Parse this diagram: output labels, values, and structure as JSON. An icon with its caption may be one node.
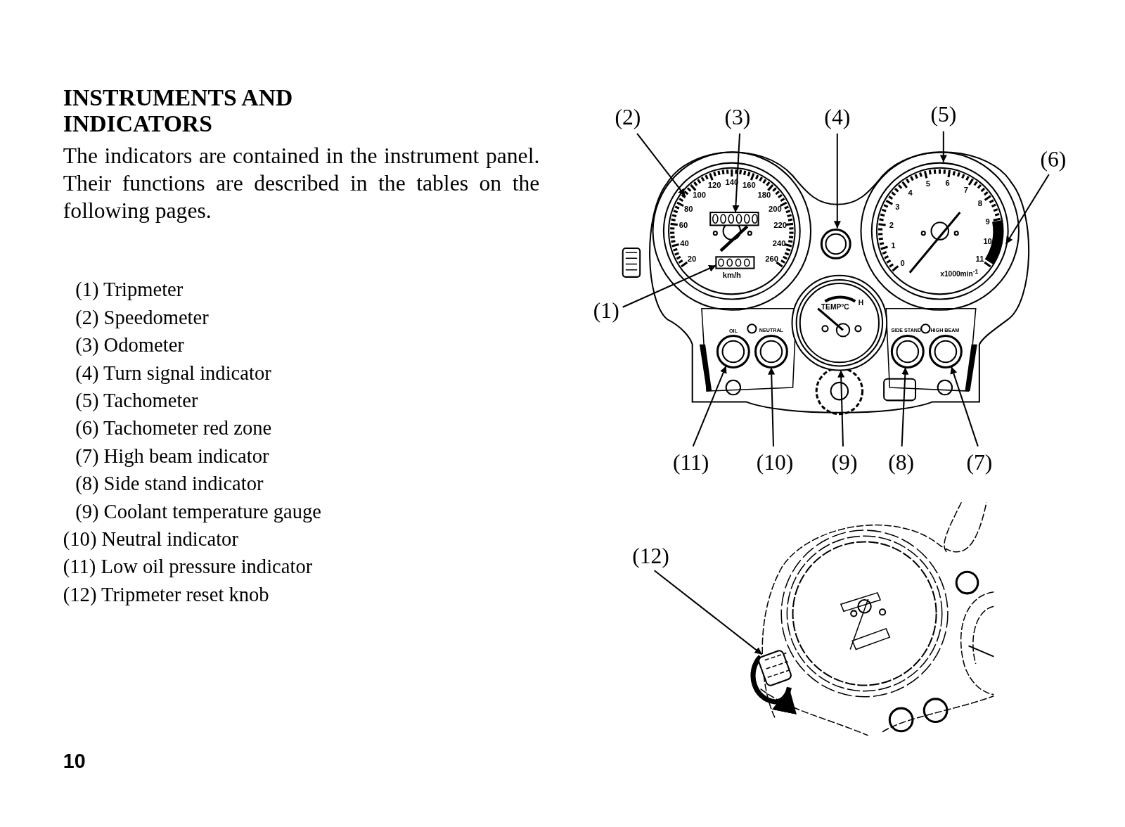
{
  "diagram": {
    "title": "INSTRUMENTS AND INDICATORS",
    "nodes": [
      {
        "text": [
          "(2)"
        ]
      },
      {
        "text": [
          "(3)"
        ]
      },
      {
        "text": [
          "(4)"
        ]
      },
      {
        "text": [
          "(5)"
        ]
      },
      {
        "text": [
          "(6)"
        ]
      },
      {
        "text": [
          "(1)"
        ]
      },
      {
        "text": [
          "(11)"
        ]
      },
      {
        "text": [
          "(10)"
        ]
      },
      {
        "text": [
          "(9)"
        ]
      },
      {
        "text": [
          "(8)"
        ]
      },
      {
        "text": [
          "(7)"
        ]
      },
      {
        "text": [
          "(12)"
        ]
      },
      {
        "text": [],
        "shape": "circle"
      },
      {
        "text": [],
        "shape": "box",
        "in": 12
      },
      {
        "text": [],
        "shape": "circle"
      },
      {
        "text": [],
        "shape": "circle"
      },
      {
        "text": [],
        "shape": "bar",
        "in": 15
      },
      {
        "text": [],
        "shape": "box",
        "in": 12
      },
      {
        "text": [],
        "shape": "circle"
      },
      {
        "text": [],
        "shape": "circle"
      },
      {
        "text": [],
        "shape": "circle"
      },
      {
        "text": [],
        "shape": "circle"
      },
      {
        "text": [],
        "shape": "circle"
      },
      {
        "text": [],
        "shape": "cylinder"
      }
    ],
    "edges": [
      {
        "from": 0,
        "to": 12,
        "arrow": "to"
      },
      {
        "from": 1,
        "to": 13,
        "arrow": "to"
      },
      {
        "from": 2,
        "to": 14,
        "arrow": "to"
      },
      {
        "from": 3,
        "to": 15,
        "arrow": "to"
      },
      {
        "from": 4,
        "to": 16,
        "arrow": "to"
      },
      {
        "from": 5,
        "to": 17,
        "arrow": "to"
      },
      {
        "from": 6,
        "to": 18,
        "arrow": "to"
      },
      {
        "from": 7,
        "to": 19,
        "arrow": "to"
      },
      {
        "from": 8,
        "to": 20,
        "arrow": "to"
      },
      {
        "from": 9,
        "to": 21,
        "arrow": "to"
      },
      {
        "from": 10,
        "to": 22,
        "arrow": "to"
      },
      {
        "from": 11,
        "to": 23,
        "arrow": "to"
      }
    ],
    "labels": [
      "The indicators are contained in the instrument panel. Their functions are described in the tables on the following pages.",
      "(1) Tripmeter",
      "(2) Speedometer",
      "(3) Odometer",
      "(4) Turn signal indicator",
      "(5) Tachometer",
      "(6) Tachometer red zone",
      "(7) High beam indicator",
      "(8) Side stand indicator",
      "(9) Coolant temperature gauge",
      "(10) Neutral indicator",
      "(11) Low oil pressure indicator",
      "(12) Tripmeter reset knob",
      "20",
      "40",
      "60",
      "80",
      "100",
      "120",
      "140",
      "160",
      "180",
      "200",
      "220",
      "240",
      "260",
      "km/h",
      "0",
      "1",
      "2",
      "3",
      "4",
      "5",
      "6",
      "7",
      "8",
      "9",
      "10",
      "11",
      "x1000min$^{-1}$",
      "TEMP°C",
      "H",
      "OIL",
      "NEUTRAL",
      "SIDE STAND",
      "HIGH BEAM",
      "10"
    ]
  }
}
